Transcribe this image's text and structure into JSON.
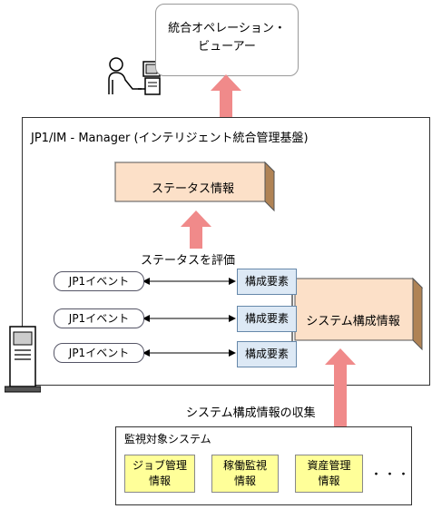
{
  "viewer": {
    "line1": "統合オペレーション・",
    "line2": "ビューアー"
  },
  "manager": {
    "title": "JP1/IM - Manager (インテリジェント統合管理基盤)"
  },
  "status_info": {
    "label": "ステータス情報"
  },
  "evaluate_label": "ステータスを評価",
  "events": [
    {
      "label": "JP1イベント"
    },
    {
      "label": "JP1イベント"
    },
    {
      "label": "JP1イベント"
    }
  ],
  "elements": [
    {
      "label": "構成要素"
    },
    {
      "label": "構成要素"
    },
    {
      "label": "構成要素"
    }
  ],
  "system_info": {
    "label": "システム構成情報"
  },
  "collect_label": "システム構成情報の収集",
  "monitored": {
    "title": "監視対象システム",
    "items": [
      {
        "line1": "ジョブ管理",
        "line2": "情報"
      },
      {
        "line1": "稼働監視",
        "line2": "情報"
      },
      {
        "line1": "資産管理",
        "line2": "情報"
      }
    ],
    "ellipsis": "・・・"
  },
  "colors": {
    "arrow": "#f08a8a",
    "box_3d": "#fce0c8",
    "element": "#dde9f5",
    "info": "#ffff99"
  }
}
